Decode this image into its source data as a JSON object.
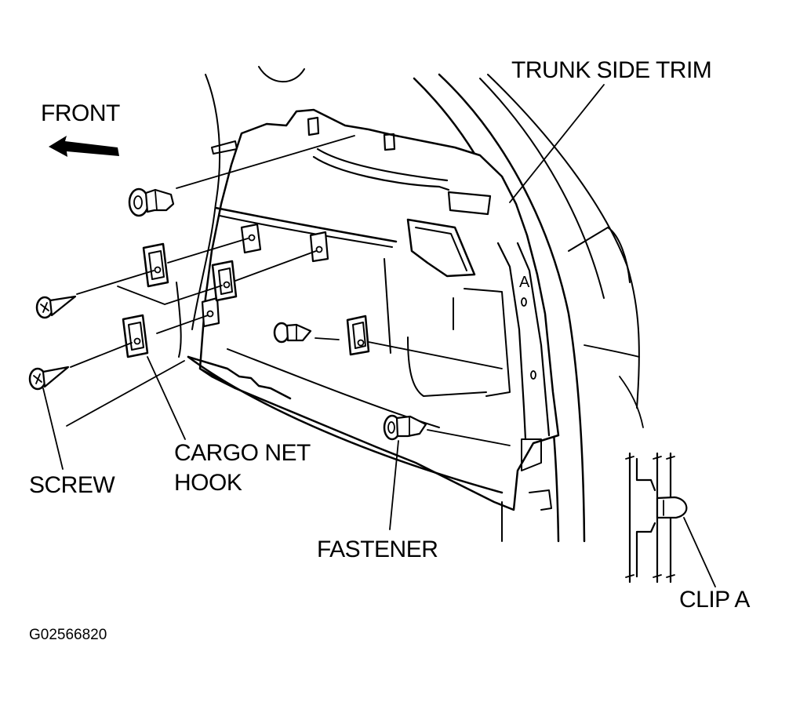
{
  "labels": {
    "front": "FRONT",
    "trunk_side_trim": "TRUNK SIDE TRIM",
    "cargo_net_hook_line1": "CARGO NET",
    "cargo_net_hook_line2": "HOOK",
    "screw": "SCREW",
    "fastener": "FASTENER",
    "clip_a": "CLIP A",
    "clip_marker": "A",
    "figure_id": "G02566820"
  },
  "colors": {
    "ink": "#000000",
    "paper": "#ffffff"
  },
  "icons": {
    "front_arrow": "arrow-left-icon"
  }
}
